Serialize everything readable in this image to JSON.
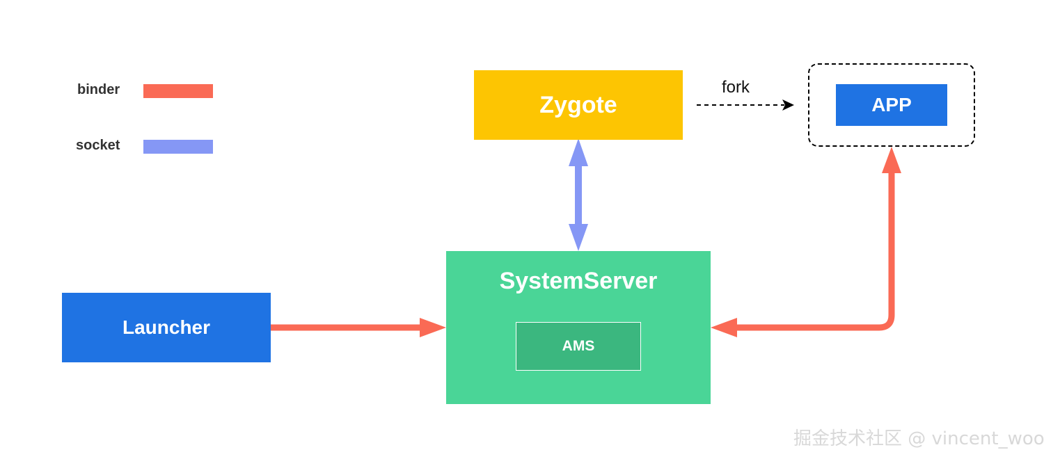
{
  "legend": {
    "binder_label": "binder",
    "socket_label": "socket"
  },
  "nodes": {
    "zygote": "Zygote",
    "app": "APP",
    "launcher": "Launcher",
    "systemserver": "SystemServer",
    "ams": "AMS"
  },
  "edges": {
    "fork_label": "fork"
  },
  "watermark": "掘金技术社区 @ vincent_woo",
  "colors": {
    "binder": "#fa6a55",
    "socket": "#8597f5",
    "zygote": "#fdc502",
    "app": "#1f73e3",
    "launcher": "#1f73e3",
    "systemserver": "#4ad597",
    "ams": "#3bb77f"
  }
}
